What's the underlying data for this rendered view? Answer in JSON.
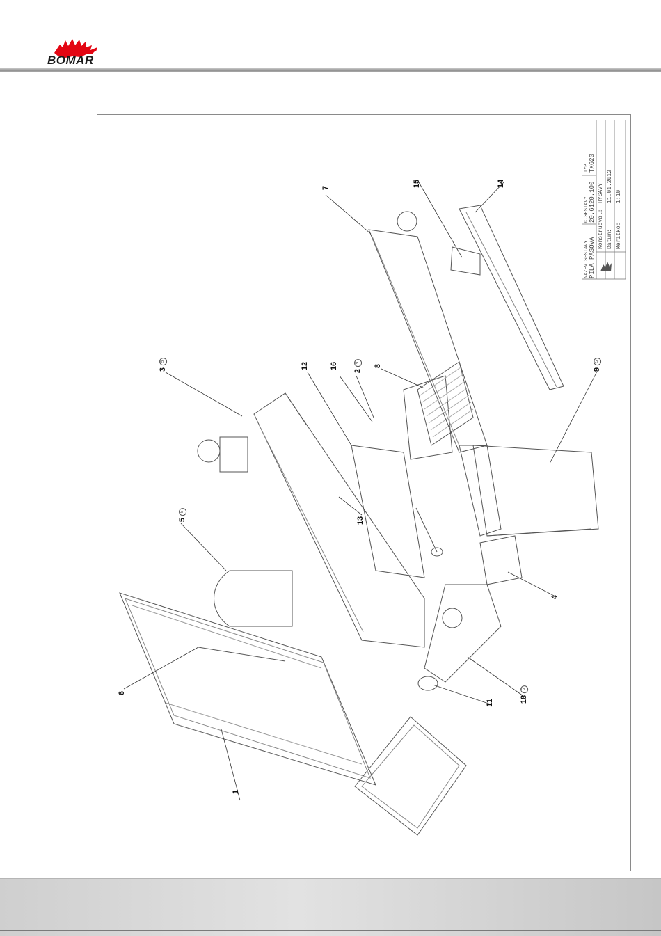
{
  "brand": {
    "name": "BOMAR",
    "accent": "#e30613"
  },
  "title_block": {
    "name_label": "NAZEV SESTAVY",
    "name_value": "PILA PASOVA",
    "drawing_no_label": "C.SESTAVY",
    "drawing_no_value": "20.6120.100",
    "type_label": "TYP",
    "type_value": "TX620",
    "designer_label": "Konstruoval:",
    "designer_value": "HYSAVY",
    "date_label": "Datum:",
    "date_value": "11.01.2012",
    "scale_label": "Meritko:",
    "scale_value": "1:10"
  },
  "callouts": [
    {
      "id": "1",
      "label": "1",
      "circled": ""
    },
    {
      "id": "2",
      "label": "2",
      "circled": "5"
    },
    {
      "id": "3",
      "label": "3",
      "circled": "5"
    },
    {
      "id": "4",
      "label": "4",
      "circled": ""
    },
    {
      "id": "5",
      "label": "5",
      "circled": "5"
    },
    {
      "id": "6",
      "label": "6",
      "circled": ""
    },
    {
      "id": "7",
      "label": "7",
      "circled": ""
    },
    {
      "id": "8",
      "label": "8",
      "circled": ""
    },
    {
      "id": "9",
      "label": "9",
      "circled": "5"
    },
    {
      "id": "11",
      "label": "11",
      "circled": ""
    },
    {
      "id": "12",
      "label": "12",
      "circled": ""
    },
    {
      "id": "13",
      "label": "13",
      "circled": ""
    },
    {
      "id": "14",
      "label": "14",
      "circled": ""
    },
    {
      "id": "15",
      "label": "15",
      "circled": ""
    },
    {
      "id": "16",
      "label": "16",
      "circled": ""
    },
    {
      "id": "18",
      "label": "18",
      "circled": "5"
    }
  ]
}
